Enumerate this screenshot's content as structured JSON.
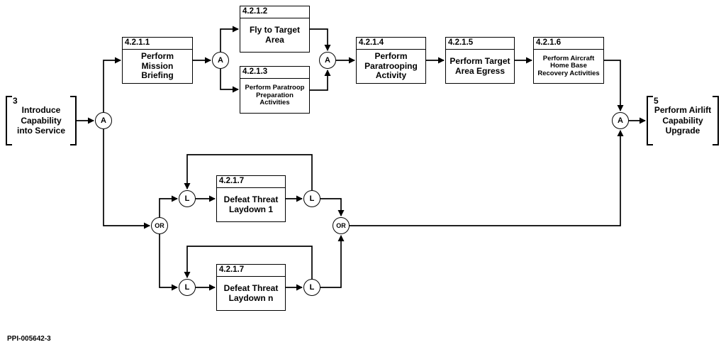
{
  "colors": {
    "line": "#000000",
    "background": "#ffffff",
    "text": "#000000"
  },
  "refs": {
    "left": {
      "number": "3",
      "title": "Introduce Capability into Service"
    },
    "right": {
      "number": "5",
      "title": "Perform Airlift Capability Upgrade"
    }
  },
  "boxes": [
    {
      "num": "4.2.1.1",
      "title": "Perform Mission Briefing"
    },
    {
      "num": "4.2.1.2",
      "title": "Fly to Target Area"
    },
    {
      "num": "4.2.1.3",
      "title": "Perform Paratroop Preparation Activities"
    },
    {
      "num": "4.2.1.4",
      "title": "Perform Paratrooping Activity"
    },
    {
      "num": "4.2.1.5",
      "title": "Perform Target Area Egress"
    },
    {
      "num": "4.2.1.6",
      "title": "Perform Aircraft Home Base Recovery Activities"
    },
    {
      "num": "4.2.1.7",
      "title": "Defeat Threat Laydown 1"
    },
    {
      "num": "4.2.1.7",
      "title": "Defeat Threat Laydown n"
    }
  ],
  "connectors": {
    "and": "A",
    "loop": "L",
    "or": "OR"
  },
  "footer": {
    "figure_id": "PPI-005642-3"
  }
}
